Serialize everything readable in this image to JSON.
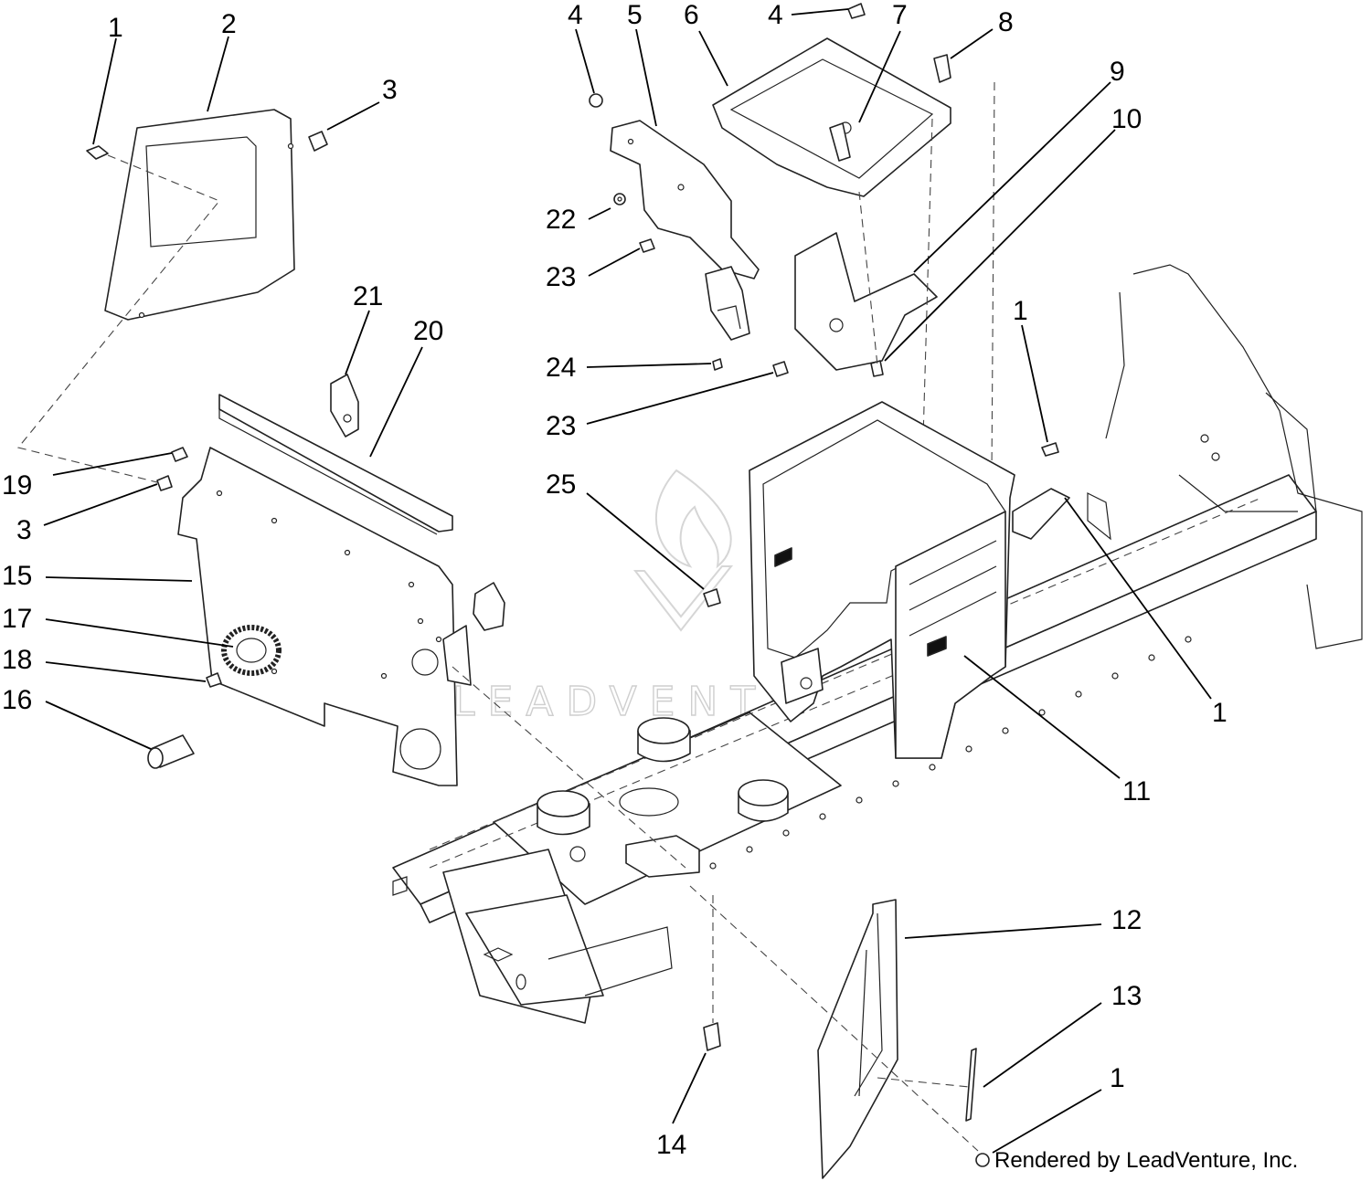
{
  "diagram": {
    "watermark_text": "LEADVENTURE",
    "credit": "Rendered by LeadVenture, Inc.",
    "callouts": [
      "1",
      "2",
      "3",
      "4",
      "5",
      "6",
      "7",
      "8",
      "9",
      "10",
      "11",
      "12",
      "13",
      "14",
      "15",
      "16",
      "17",
      "18",
      "19",
      "20",
      "21",
      "22",
      "23",
      "24",
      "25"
    ]
  }
}
